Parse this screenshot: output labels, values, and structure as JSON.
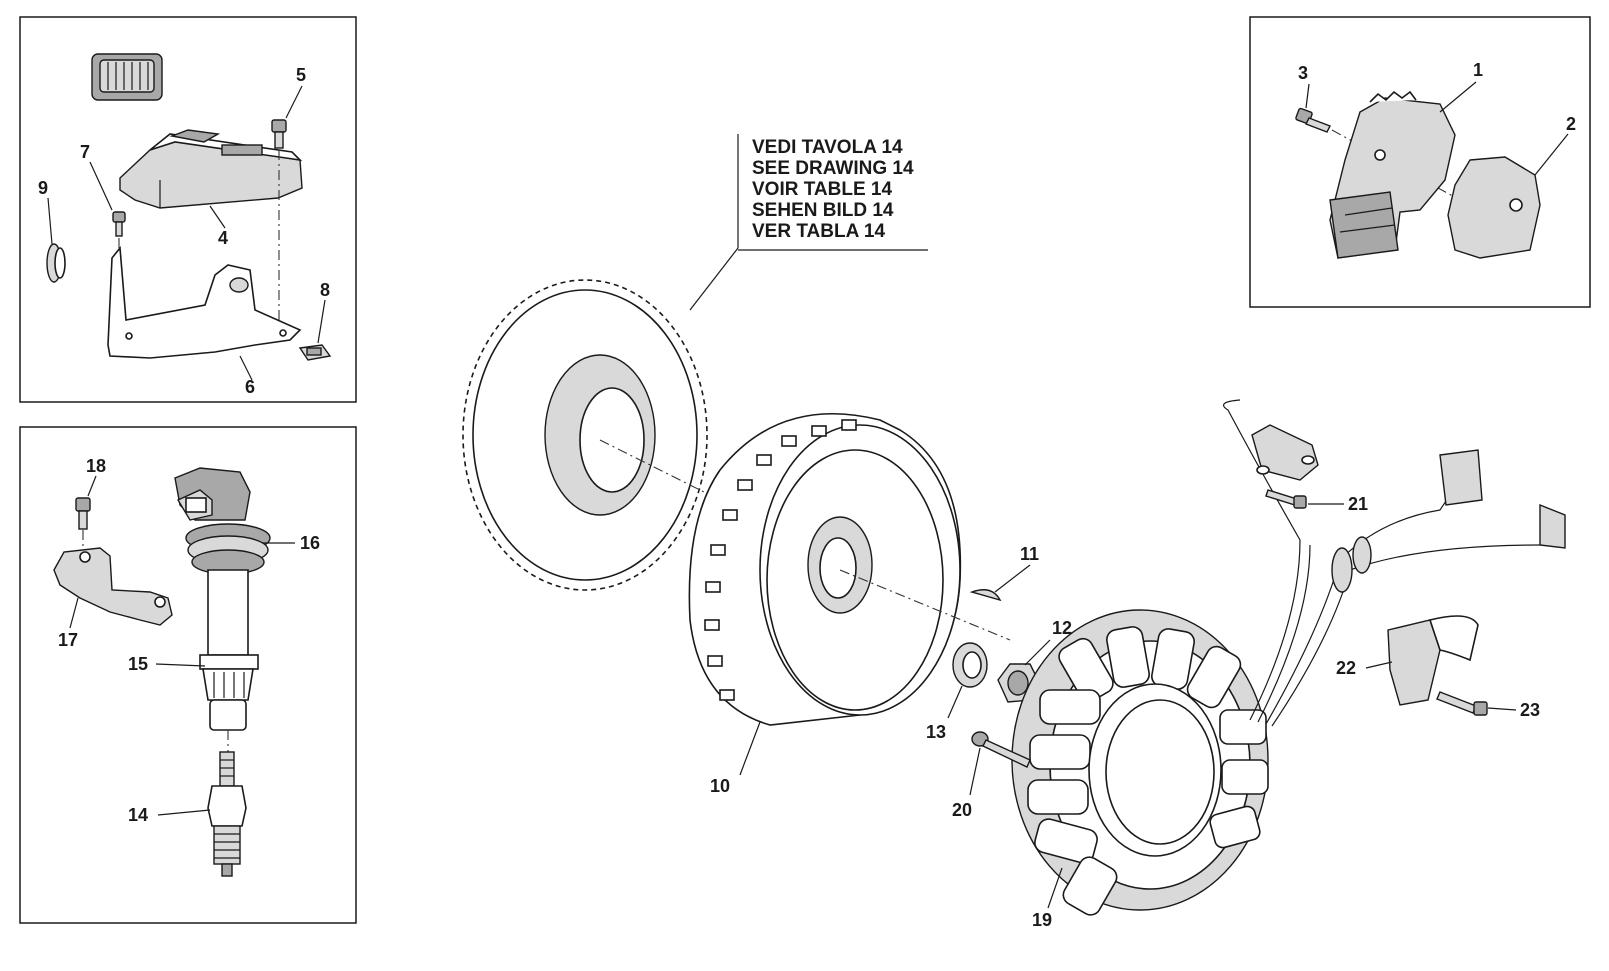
{
  "reference_note": {
    "lines": [
      "VEDI TAVOLA 14",
      "SEE DRAWING 14",
      "VOIR TABLE 14",
      "SEHEN BILD 14",
      "VER TABLA 14"
    ]
  },
  "parts": {
    "p1": "1",
    "p2": "2",
    "p3": "3",
    "p4": "4",
    "p5": "5",
    "p6": "6",
    "p7": "7",
    "p8": "8",
    "p9": "9",
    "p10": "10",
    "p11": "11",
    "p12": "12",
    "p13": "13",
    "p14": "14",
    "p15": "15",
    "p16": "16",
    "p17": "17",
    "p18": "18",
    "p19": "19",
    "p20": "20",
    "p21": "21",
    "p22": "22",
    "p23": "23"
  }
}
